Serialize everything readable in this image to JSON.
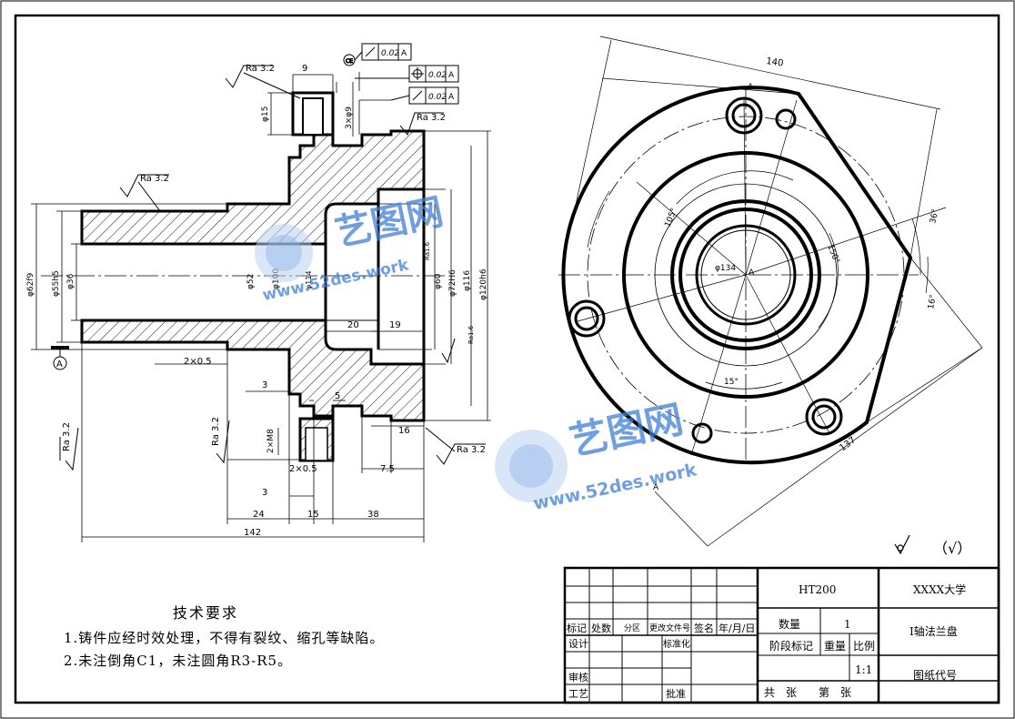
{
  "watermark": {
    "brand": "艺图网",
    "url": "www.52des.work"
  },
  "left_view": {
    "dims": {
      "ra_top": "Ra 3.2",
      "ra_right_top": "Ra 3.2",
      "ra_shaft": "Ra 3.2",
      "ra_bottom_left": "Ra 3.2",
      "ra_bottom_mid": "Ra 3.2",
      "ra_bottom_right": "Ra 3.2",
      "w9": "9",
      "d15": "φ15",
      "hole": "3×φ9",
      "d62": "φ62f9",
      "d55": "φ55h5",
      "d36": "φ36",
      "d52": "φ52",
      "d100": "φ100",
      "d114": "φ114",
      "d60": "φ60",
      "d72": "φ72H6",
      "d116": "φ116",
      "d120": "φ120h6",
      "l20": "20",
      "l19": "19",
      "ch1": "2×0.5",
      "ch2": "2×0.5",
      "l3a": "3",
      "l3b": "3",
      "l5": "5",
      "m8": "2×M8",
      "l16": "16",
      "l75": "7.5",
      "l24": "24",
      "l15": "15",
      "l38": "38",
      "l142": "142",
      "ra16a": "Ra1.6",
      "ra16b": "Ra1.6",
      "datum": "A"
    },
    "gdt": {
      "f1_val": "0.02",
      "f1_ref": "A",
      "f2_val": "0.02",
      "f2_ref": "A",
      "f3_val": "0.02",
      "f3_ref": "A"
    }
  },
  "right_view": {
    "dims": {
      "d140": "140",
      "d134": "φ134",
      "a105": "105°",
      "a150": "150°",
      "a36": "36°",
      "a16": "16°",
      "a15": "15°",
      "r137": "137",
      "lbl_a1": "A",
      "lbl_a2": "A",
      "lbl_a3": "A"
    }
  },
  "roughness_note": {
    "paren": "（√）"
  },
  "tech_requirements": {
    "title": "技术要求",
    "items": [
      "1.铸件应经时效处理，不得有裂纹、缩孔等缺陷。",
      "2.未注倒角C1，未注圆角R3-R5。"
    ]
  },
  "title_block": {
    "material": "HT200",
    "school": "XXXX大学",
    "qty_label": "数量",
    "qty_value": "1",
    "part_name": "I轴法兰盘",
    "stage_label": "阶段标记",
    "weight_label": "重量",
    "scale_label": "比例",
    "scale_value": "1:1",
    "drawing_no_label": "图纸代号",
    "sheets_label": "共　张　　第　张",
    "row_labels": {
      "mark": "标记",
      "count": "处数",
      "zone": "分区",
      "change_doc": "更改文件号",
      "signature": "签名",
      "date": "年/月/日",
      "design": "设计",
      "standardize": "标准化",
      "check": "审核",
      "process": "工艺",
      "approve": "批准"
    }
  }
}
